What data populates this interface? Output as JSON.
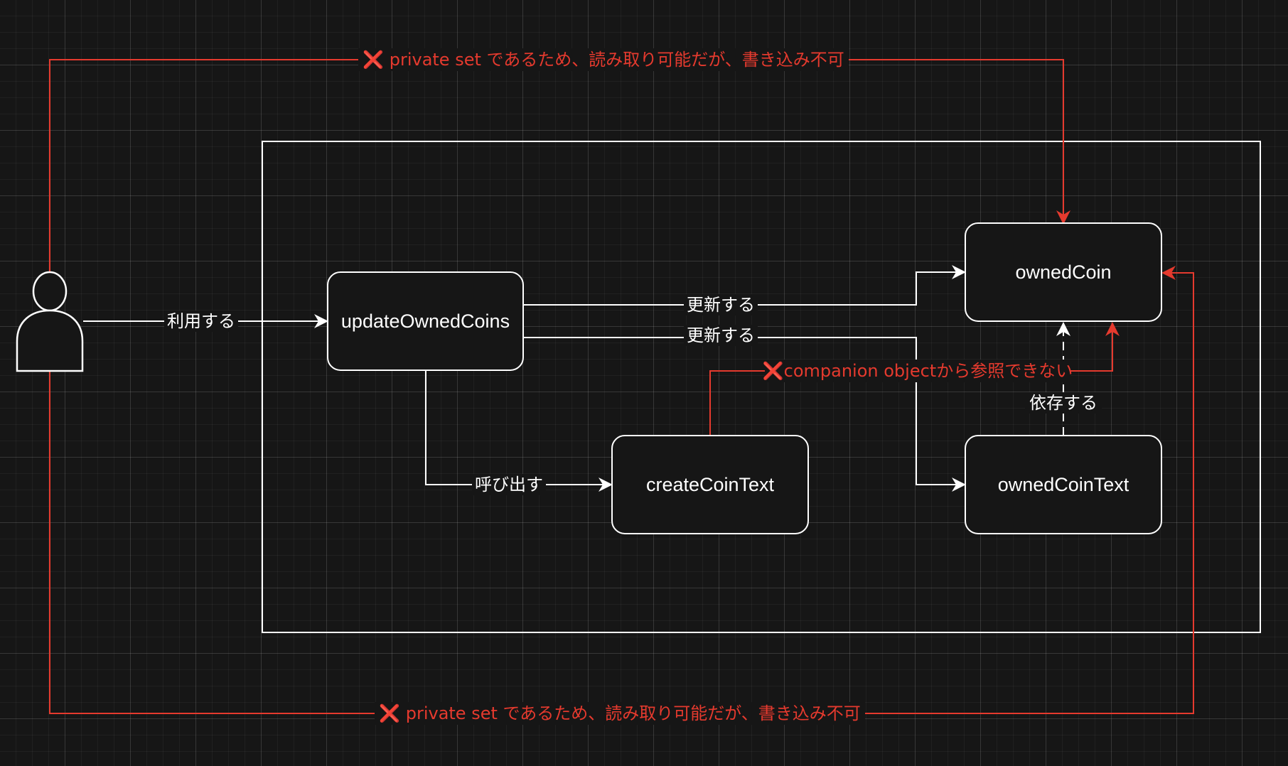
{
  "diagram": {
    "nodes": {
      "update_owned_coins": "updateOwnedCoins",
      "owned_coin": "ownedCoin",
      "create_coin_text": "createCoinText",
      "owned_coin_text": "ownedCoinText"
    },
    "edges": {
      "use": "利用する",
      "update_1": "更新する",
      "update_2": "更新する",
      "call": "呼び出す",
      "depends": "依存する",
      "companion_forbidden": "❌companion objectから参照できない",
      "private_set_top": "❌ private set であるため、読み取り可能だが、書き込み不可",
      "private_set_bottom": "❌ private set であるため、読み取り可能だが、書き込み不可"
    },
    "colors": {
      "background": "#161616",
      "foreground": "#ffffff",
      "forbidden": "#e53a2e"
    },
    "icons": {
      "actor": "user-icon"
    }
  }
}
